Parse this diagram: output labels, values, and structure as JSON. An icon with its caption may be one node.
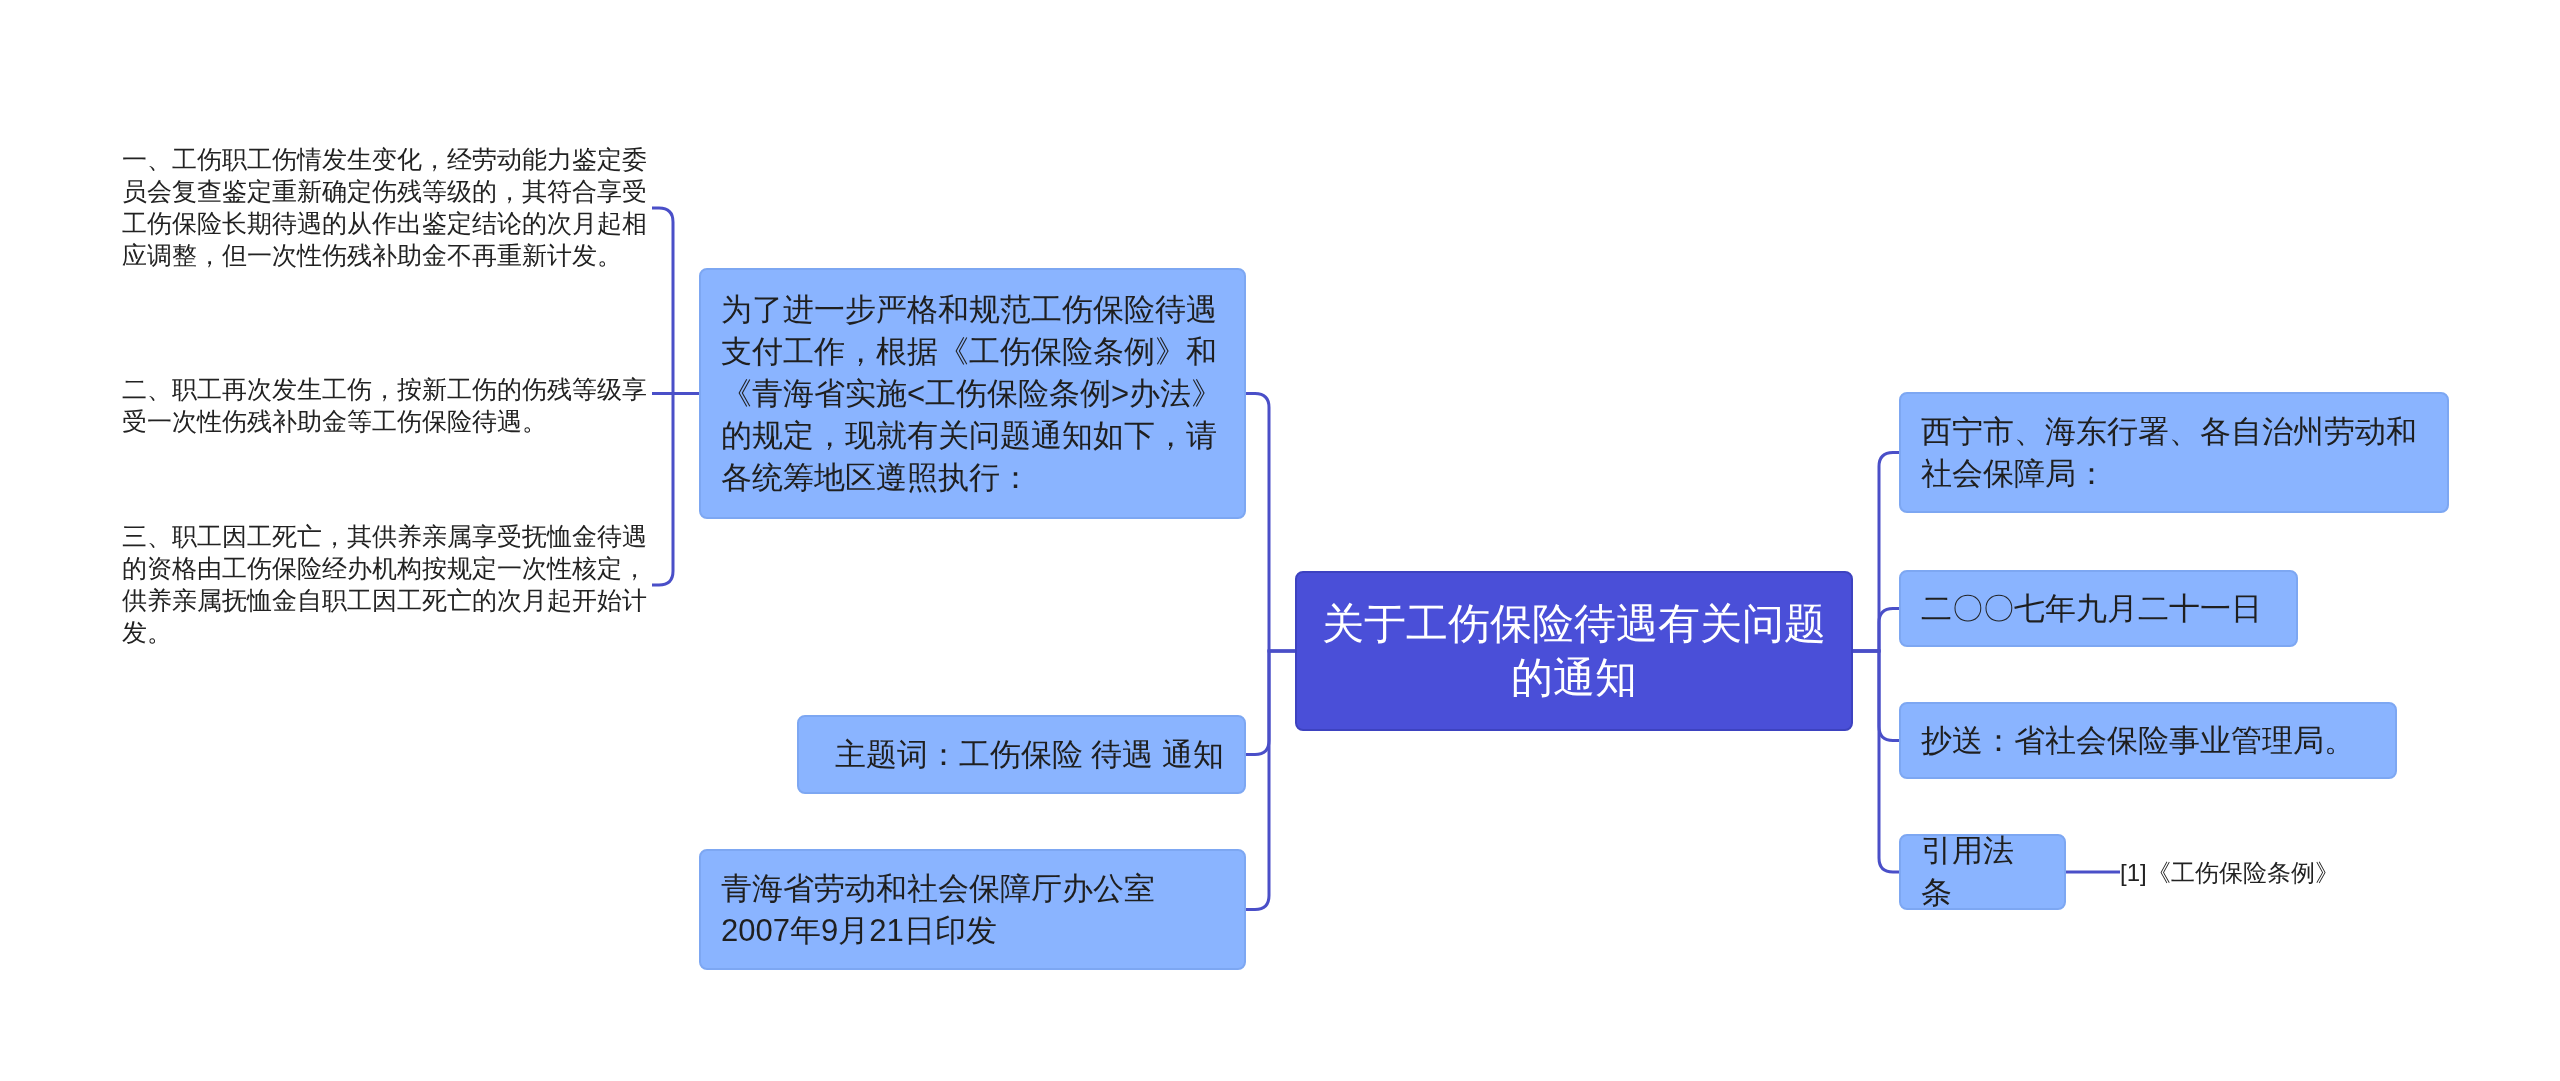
{
  "diagram": {
    "nodes": [
      {
        "text": [
          "关于工伤保险待遇有关问题的通知"
        ]
      },
      {
        "text": [
          "为了进一步严格和规范工伤保险待遇支付工作，根据《工伤保险条例》和《青海省实施<工伤保险条例>办法》的规定，现就有关问题通知如下，请各统筹地区遵照执行："
        ]
      },
      {
        "text": [
          "一、工伤职工伤情发生变化，经劳动能力鉴定委员会复查鉴定重新确定伤残等级的，其符合享受工伤保险长期待遇的从作出鉴定结论的次月起相应调整，但一次性伤残补助金不再重新计发。"
        ]
      },
      {
        "text": [
          "二、职工再次发生工伤，按新工伤的伤残等级享受一次性伤残补助金等工伤保险待遇。"
        ]
      },
      {
        "text": [
          "三、职工因工死亡，其供养亲属享受抚恤金待遇的资格由工伤保险经办机构按规定一次性核定，供养亲属抚恤金自职工因工死亡的次月起开始计发。"
        ]
      },
      {
        "text": [
          "主题词：工伤保险 待遇 通知"
        ]
      },
      {
        "text": [
          "青海省劳动和社会保障厅办公室 2007年9月21日印发"
        ]
      },
      {
        "text": [
          "西宁市、海东行署、各自治州劳动和社会保障局："
        ]
      },
      {
        "text": [
          "二〇〇七年九月二十一日"
        ]
      },
      {
        "text": [
          "抄送：省社会保险事业管理局。"
        ]
      },
      {
        "text": [
          "引用法条"
        ]
      },
      {
        "text": [
          "[1]《工伤保险条例》"
        ]
      }
    ],
    "edges": [
      {
        "from": 0,
        "to": 1,
        "arrow": "none"
      },
      {
        "from": 1,
        "to": 2,
        "arrow": "none"
      },
      {
        "from": 1,
        "to": 3,
        "arrow": "none"
      },
      {
        "from": 1,
        "to": 4,
        "arrow": "none"
      },
      {
        "from": 0,
        "to": 5,
        "arrow": "none"
      },
      {
        "from": 0,
        "to": 6,
        "arrow": "none"
      },
      {
        "from": 0,
        "to": 7,
        "arrow": "none"
      },
      {
        "from": 0,
        "to": 8,
        "arrow": "none"
      },
      {
        "from": 0,
        "to": 9,
        "arrow": "none"
      },
      {
        "from": 0,
        "to": 10,
        "arrow": "none"
      },
      {
        "from": 10,
        "to": 11,
        "arrow": "none"
      }
    ]
  }
}
